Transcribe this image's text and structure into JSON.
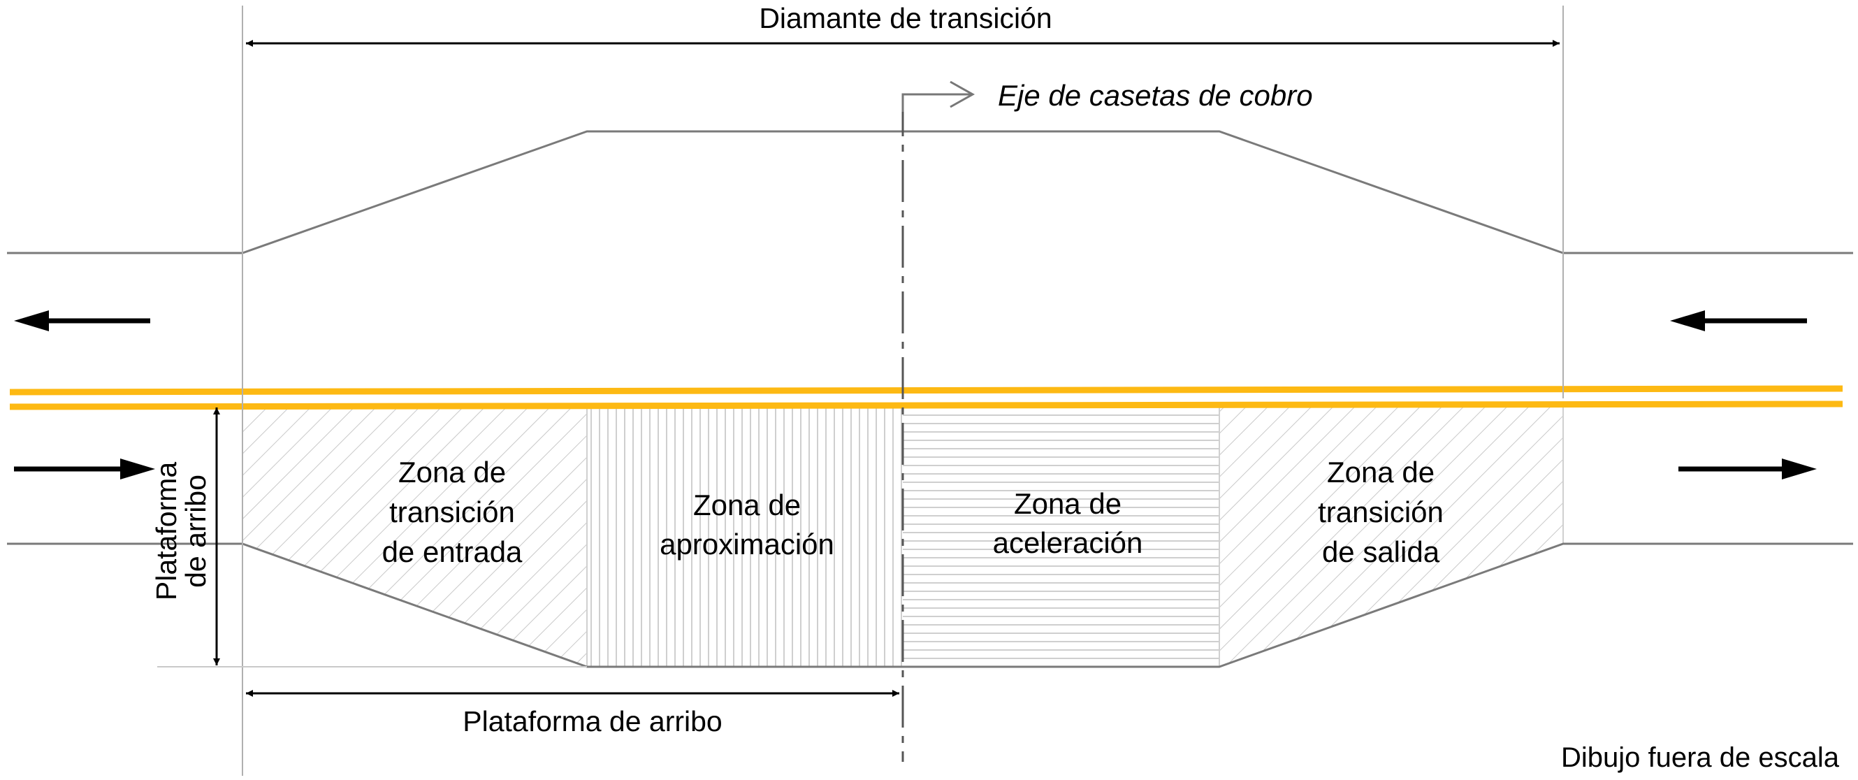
{
  "title": "Diamante de transición",
  "axis_label": "Eje de casetas de cobro",
  "zones": [
    {
      "id": "entrada",
      "lines": [
        "Zona de",
        "transición",
        "de entrada"
      ]
    },
    {
      "id": "aproximacion",
      "lines": [
        "Zona de",
        "aproximación"
      ]
    },
    {
      "id": "aceleracion",
      "lines": [
        "Zona de",
        "aceleración"
      ]
    },
    {
      "id": "salida",
      "lines": [
        "Zona de",
        "transición",
        "de salida"
      ]
    }
  ],
  "platform_vertical": [
    "Plataforma",
    "de arribo"
  ],
  "platform_horizontal": "Plataforma de arribo",
  "scale_note": "Dibujo fuera de escala",
  "colors": {
    "median": "#FDB913",
    "edge": "#7a7a7a",
    "hatch": "#c8c8c8",
    "arrow": "#000000"
  },
  "icons": {
    "traffic_left": "arrow-left-icon",
    "traffic_right": "arrow-right-icon"
  }
}
